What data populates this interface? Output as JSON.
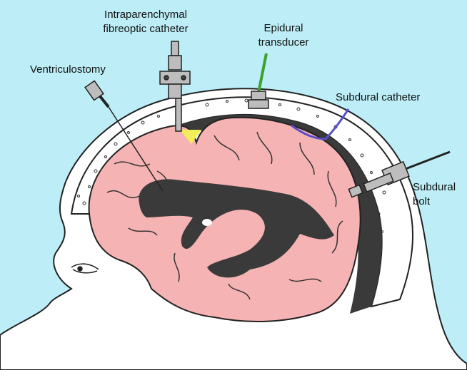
{
  "labels": {
    "ventriculostomy": "Ventriculostomy",
    "intraparenchymal_line1": "Intraparenchymal",
    "intraparenchymal_line2": "fibreoptic catheter",
    "epidural_line1": "Epidural",
    "epidural_line2": "transducer",
    "subdural_catheter": "Subdural catheter",
    "subdural_bolt_line1": "Subdural",
    "subdural_bolt_line2": "bolt"
  },
  "colors": {
    "background": "#bdeef8",
    "brain": "#f6b3b3",
    "ventricles": "#3a3a3a",
    "dura_space": "#3a3a3a",
    "skull": "#ffffff",
    "epidural_transducer": "#3fa12e",
    "subdural_catheter": "#5b4fc9",
    "parenchymal_tip": "#f2ee5a"
  }
}
